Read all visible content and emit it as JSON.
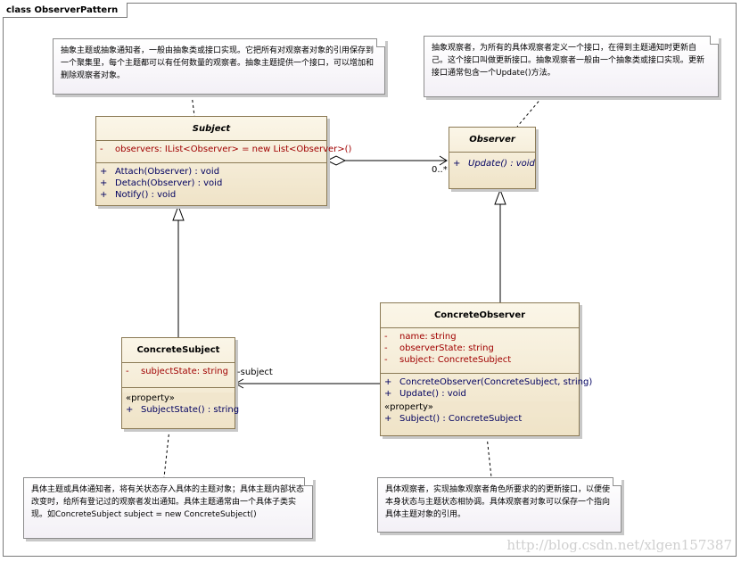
{
  "diagram": {
    "frame_title": "class ObserverPattern",
    "subject": {
      "name": "Subject",
      "attributes": [
        {
          "vis": "-",
          "text": "observers:  IList<Observer> = new List<Observer>()"
        }
      ],
      "operations": [
        {
          "vis": "+",
          "text": "Attach(Observer) : void"
        },
        {
          "vis": "+",
          "text": "Detach(Observer) : void"
        },
        {
          "vis": "+",
          "text": "Notify() : void"
        }
      ]
    },
    "observer": {
      "name": "Observer",
      "operations": [
        {
          "vis": "+",
          "text": "Update() : void"
        }
      ]
    },
    "concrete_subject": {
      "name": "ConcreteSubject",
      "attributes": [
        {
          "vis": "-",
          "text": "subjectState:  string"
        }
      ],
      "stereotype": "«property»",
      "operations": [
        {
          "vis": "+",
          "text": "SubjectState() : string"
        }
      ]
    },
    "concrete_observer": {
      "name": "ConcreteObserver",
      "attributes": [
        {
          "vis": "-",
          "text": "name:  string"
        },
        {
          "vis": "-",
          "text": "observerState:  string"
        },
        {
          "vis": "-",
          "text": "subject:  ConcreteSubject"
        }
      ],
      "operations": [
        {
          "vis": "+",
          "text": "ConcreteObserver(ConcreteSubject, string)"
        },
        {
          "vis": "+",
          "text": "Update() : void"
        }
      ],
      "stereotype": "«property»",
      "property_operations": [
        {
          "vis": "+",
          "text": "Subject() : ConcreteSubject"
        }
      ]
    },
    "labels": {
      "multiplicity": "0..*",
      "role": "-subject"
    },
    "notes": {
      "subject_note": "抽象主题或抽象通知者，一般由抽象类或接口实现。它把所有对观察者对象的引用保存到一个聚集里，每个主题都可以有任何数量的观察者。抽象主题提供一个接口，可以增加和删除观察者对象。",
      "observer_note": "抽象观察者，为所有的具体观察者定义一个接口，在得到主题通知时更新自己。这个接口叫做更新接口。抽象观察者一般由一个抽象类或接口实现。更新接口通常包含一个Update()方法。",
      "concrete_subject_note": "具体主题或具体通知者，将有关状态存入具体的主题对象；具体主题内部状态改变时，给所有登记过的观察者发出通知。具体主题通常由一个具体子类实现。如ConcreteSubject subject = new ConcreteSubject()",
      "concrete_observer_note": "具体观察者，实现抽象观察者角色所要求的的更新接口，以便使本身状态与主题状态相协调。具体观察者对象可以保存一个指向具体主题对象的引用。"
    },
    "watermark": "http://blog.csdn.net/xlgen157387"
  }
}
